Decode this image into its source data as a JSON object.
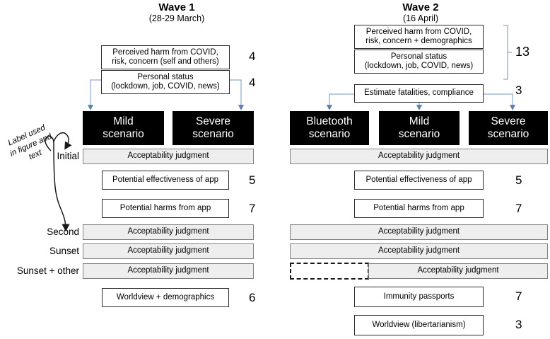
{
  "figure": {
    "annotation": {
      "rotated_label_lines": [
        "Label used",
        "in figure and",
        "text"
      ]
    },
    "row_labels": [
      "Initial",
      "Second",
      "Sunset",
      "Sunset + other"
    ],
    "accept_label": "Acceptability judgment"
  },
  "wave1": {
    "title": "Wave 1",
    "dates": "(28-29 March)",
    "header_boxes": [
      {
        "lines": [
          "Perceived harm from COVID,",
          "risk, concern (self and others)"
        ],
        "count": "4"
      },
      {
        "lines": [
          "Personal status",
          "(lockdown, job, COVID, news)"
        ],
        "count": "4"
      }
    ],
    "scenarios": [
      {
        "lines": [
          "Mild",
          "scenario"
        ]
      },
      {
        "lines": [
          "Severe",
          "scenario"
        ]
      }
    ],
    "rows": [
      {
        "type": "gray",
        "label": "Acceptability judgment",
        "count": "",
        "row_label": "Initial"
      },
      {
        "type": "white",
        "label": "Potential effectiveness of app",
        "count": "5",
        "row_label": ""
      },
      {
        "type": "white",
        "label": "Potential harms from app",
        "count": "7",
        "row_label": ""
      },
      {
        "type": "gray",
        "label": "Acceptability judgment",
        "count": "",
        "row_label": "Second"
      },
      {
        "type": "gray",
        "label": "Acceptability judgment",
        "count": "",
        "row_label": "Sunset"
      },
      {
        "type": "gray",
        "label": "Acceptability judgment",
        "count": "",
        "row_label": "Sunset + other"
      },
      {
        "type": "white",
        "label": "Worldview + demographics",
        "count": "6",
        "row_label": ""
      }
    ]
  },
  "wave2": {
    "title": "Wave 2",
    "dates": "(16 April)",
    "header_boxes": [
      {
        "lines": [
          "Perceived harm from COVID,",
          "risk, concern + demographics"
        ]
      },
      {
        "lines": [
          "Personal status",
          "(lockdown, job, COVID, news)"
        ]
      },
      {
        "lines": [
          "Estimate fatalities, compliance"
        ]
      }
    ],
    "brace_count": "13",
    "estimate_count": "3",
    "scenarios": [
      {
        "lines": [
          "Bluetooth",
          "scenario"
        ]
      },
      {
        "lines": [
          "Mild",
          "scenario"
        ]
      },
      {
        "lines": [
          "Severe",
          "scenario"
        ]
      }
    ],
    "rows": [
      {
        "type": "gray",
        "label": "Acceptability judgment",
        "count": ""
      },
      {
        "type": "white",
        "label": "Potential effectiveness of app",
        "count": "5"
      },
      {
        "type": "white",
        "label": "Potential harms from app",
        "count": "7"
      },
      {
        "type": "gray",
        "label": "Acceptability judgment",
        "count": ""
      },
      {
        "type": "gray",
        "label": "Acceptability judgment",
        "count": ""
      },
      {
        "type": "gray",
        "label": "Acceptability judgment",
        "count": "",
        "dashed_prefix": true
      },
      {
        "type": "white",
        "label": "Immunity passports",
        "count": "7"
      },
      {
        "type": "white",
        "label": "Worldview (libertarianism)",
        "count": "3"
      }
    ]
  },
  "colors": {
    "connector": "#8faacc",
    "black_box": "#000000",
    "gray_box": "#eeeeee",
    "gray_border": "#808080",
    "white_border": "#2b2b2b"
  }
}
